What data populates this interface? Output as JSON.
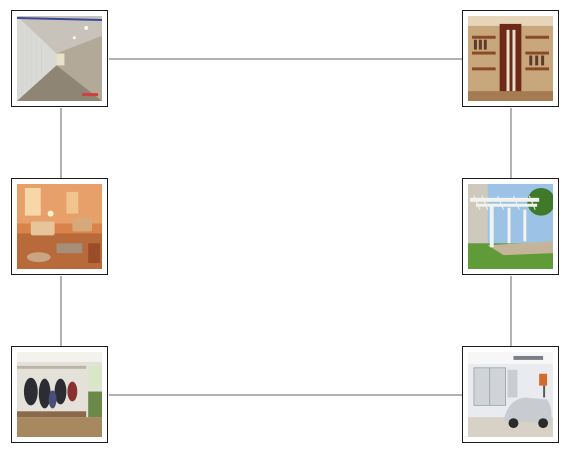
{
  "gallery": {
    "thumbnails": [
      {
        "name": "hallway-photo-thumbnail",
        "subject": "hallway",
        "accent": "#c9c2b6"
      },
      {
        "name": "closet-photo-thumbnail",
        "subject": "closet",
        "accent": "#7a3b22"
      },
      {
        "name": "living-room-photo-thumbnail",
        "subject": "living-room",
        "accent": "#d8894b"
      },
      {
        "name": "pergola-photo-thumbnail",
        "subject": "pergola",
        "accent": "#6aa43a"
      },
      {
        "name": "mudroom-photo-thumbnail",
        "subject": "mudroom",
        "accent": "#3a3a3a"
      },
      {
        "name": "garage-photo-thumbnail",
        "subject": "garage",
        "accent": "#bcc3c9"
      }
    ],
    "connector_color": "#808080",
    "frame_color": "#1b1b1b"
  }
}
